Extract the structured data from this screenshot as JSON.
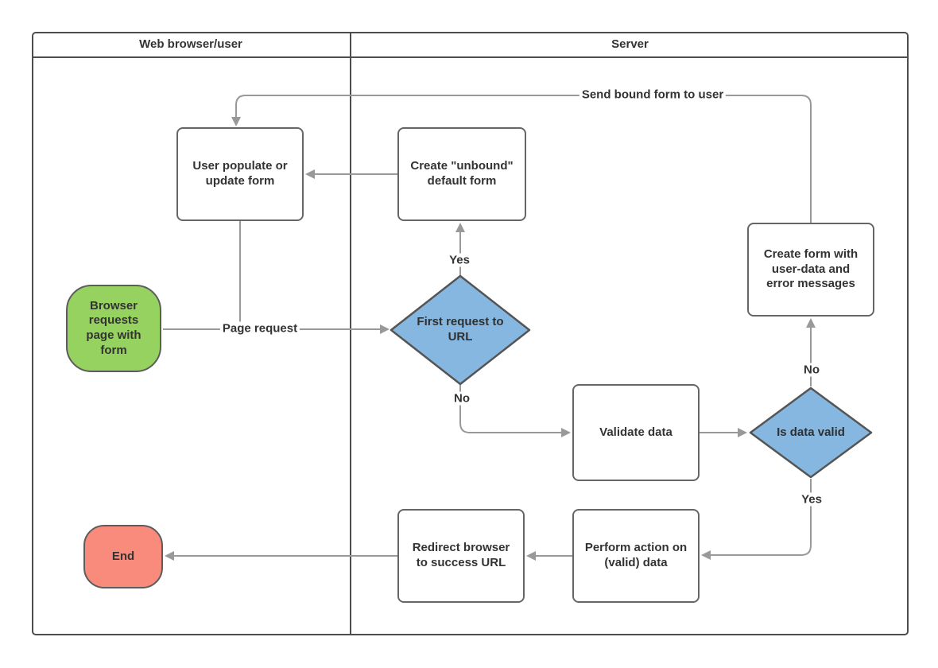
{
  "diagram": {
    "lanes": [
      {
        "title": "Web browser/user"
      },
      {
        "title": "Server"
      }
    ],
    "nodes": {
      "start": {
        "label": "Browser requests page with form",
        "type": "terminator-start"
      },
      "user_populate": {
        "label": "User populate or update form",
        "type": "process"
      },
      "create_unbound": {
        "label": "Create \"unbound\" default form",
        "type": "process"
      },
      "first_request": {
        "label": "First request to URL",
        "type": "decision"
      },
      "validate": {
        "label": "Validate data",
        "type": "process"
      },
      "is_valid": {
        "label": "Is data valid",
        "type": "decision"
      },
      "create_form": {
        "label": "Create form with user-data and error messages",
        "type": "process"
      },
      "perform": {
        "label": "Perform action on (valid) data",
        "type": "process"
      },
      "redirect": {
        "label": "Redirect browser to success URL",
        "type": "process"
      },
      "end": {
        "label": "End",
        "type": "terminator-end"
      }
    },
    "edge_labels": {
      "page_request": "Page request",
      "first_request_yes": "Yes",
      "first_request_no": "No",
      "is_valid_no": "No",
      "is_valid_yes": "Yes",
      "send_bound": "Send bound form to user"
    },
    "colors": {
      "start_fill": "#96d25f",
      "end_fill": "#f98b7d",
      "decision_fill": "#85b7e0",
      "decision_border": "#555555",
      "node_border": "#666666",
      "lane_border": "#4d4d4d",
      "connector": "#999999",
      "text": "#333333"
    }
  }
}
